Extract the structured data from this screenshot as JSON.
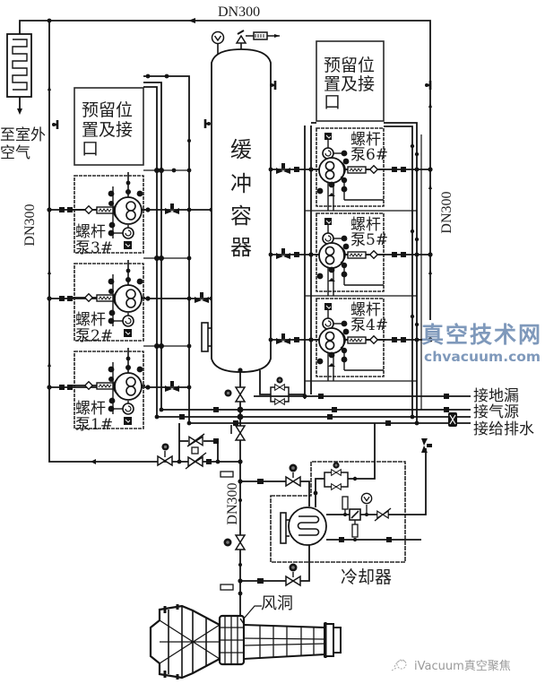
{
  "diagram": {
    "title": "风洞真空系统流程图",
    "pipe_labels": {
      "top": "DN300",
      "left": "DN300",
      "right": "DN300",
      "bottom": "DN300"
    },
    "outdoor_exhaust": {
      "line1": "至室外",
      "line2": "空气"
    },
    "reserved_left": {
      "line1": "预留位",
      "line2": "置及接",
      "line3": "口"
    },
    "reserved_right": {
      "line1": "预留位",
      "line2": "置及接",
      "line3": "口"
    },
    "buffer_vessel": {
      "chars": [
        "缓",
        "冲",
        "容",
        "器"
      ]
    },
    "pumps": [
      {
        "id": "1#",
        "line1": "螺杆",
        "line2": "泵1#"
      },
      {
        "id": "2#",
        "line1": "螺杆",
        "line2": "泵2#"
      },
      {
        "id": "3#",
        "line1": "螺杆",
        "line2": "泵3#"
      },
      {
        "id": "4#",
        "line1": "螺杆",
        "line2": "泵4#"
      },
      {
        "id": "5#",
        "line1": "螺杆",
        "line2": "泵5#"
      },
      {
        "id": "6#",
        "line1": "螺杆",
        "line2": "泵6#"
      }
    ],
    "connections": [
      "接地漏",
      "接气源",
      "接给排水"
    ],
    "cooler_label": "冷却器",
    "wind_tunnel_label": "风洞"
  },
  "watermarks": {
    "site_cn": "真空技术网",
    "site_url": "chvacuum.com",
    "footer": "iVacuum真空聚焦"
  },
  "colors": {
    "line": "#141414",
    "background": "#ffffff",
    "watermark": "#7f99bb",
    "footer": "#9a9a9a"
  }
}
